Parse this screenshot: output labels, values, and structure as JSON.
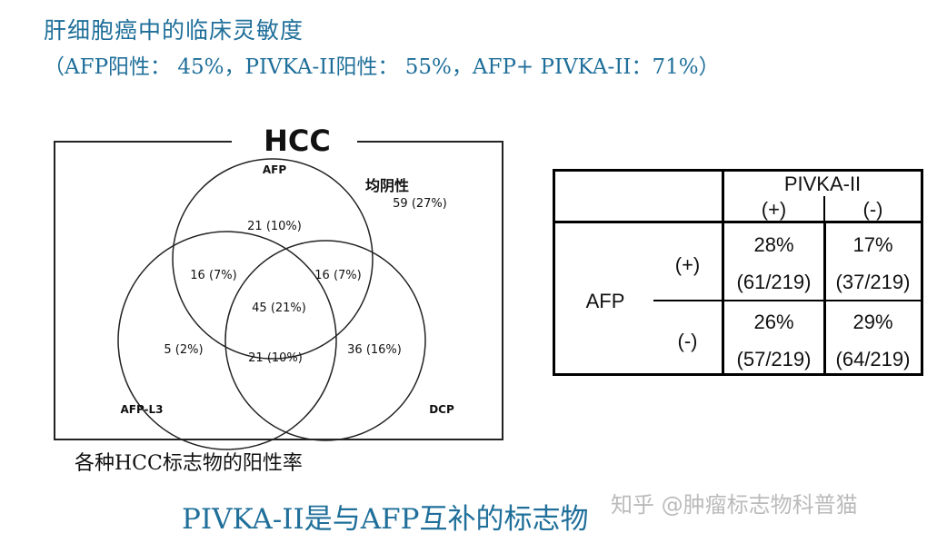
{
  "header": {
    "title": "肝细胞癌中的临床灵敏度",
    "subtitle": "（AFP阳性： 45%，PIVKA-II阳性： 55%，AFP+ PIVKA-II：71%）"
  },
  "venn": {
    "box_title": "HCC",
    "sets": {
      "afp": "AFP",
      "afp_l3": "AFP-L3",
      "dcp": "DCP"
    },
    "outside_label": "均阴性",
    "regions": {
      "outside": "59 (27%)",
      "afp_only": "21 (10%)",
      "afp_afpl3": "16 (7%)",
      "afp_dcp": "16 (7%)",
      "all_three": "45 (21%)",
      "afpl3_only": "5 (2%)",
      "afpl3_dcp": "21 (10%)",
      "dcp_only": "36 (16%)"
    },
    "caption": "各种HCC标志物的阳性率"
  },
  "table": {
    "col_group": "PIVKA-II",
    "col_pos": "(+)",
    "col_neg": "(-)",
    "row_group": "AFP",
    "row_pos": "(+)",
    "row_neg": "(-)",
    "cells": {
      "pp_pct": "28%",
      "pp_frac": "(61/219)",
      "pn_pct": "17%",
      "pn_frac": "(37/219)",
      "np_pct": "26%",
      "np_frac": "(57/219)",
      "nn_pct": "29%",
      "nn_frac": "(64/219)"
    }
  },
  "footer": {
    "conclusion": "PIVKA-II是与AFP互补的标志物",
    "watermark": "知乎 @肿瘤标志物科普猫"
  }
}
